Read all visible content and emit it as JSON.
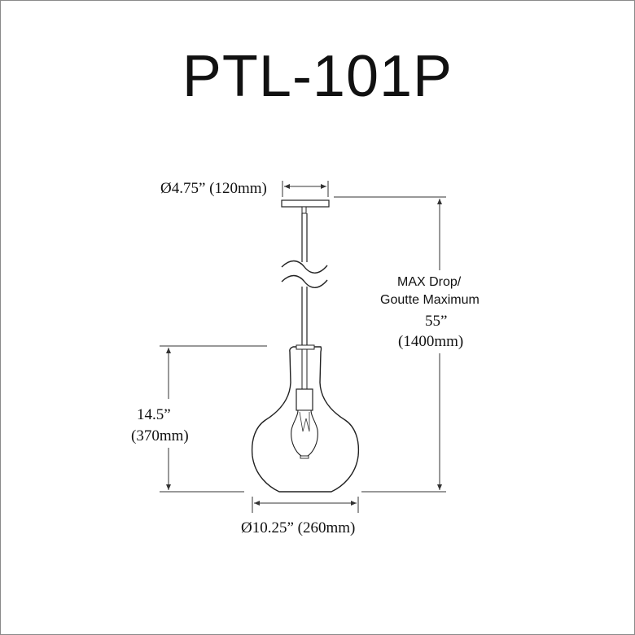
{
  "title": "PTL-101P",
  "dimensions": {
    "canopy_diameter": "Ø4.75” (120mm)",
    "shade_diameter": "Ø10.25” (260mm)",
    "height_inch": "14.5”",
    "height_mm": "(370mm)",
    "max_drop_line1": "MAX Drop/",
    "max_drop_line2": "Goutte Maximum",
    "max_drop_inch": "55”",
    "max_drop_mm": "(1400mm)"
  },
  "colors": {
    "line": "#222222",
    "dim_line": "#333333"
  }
}
